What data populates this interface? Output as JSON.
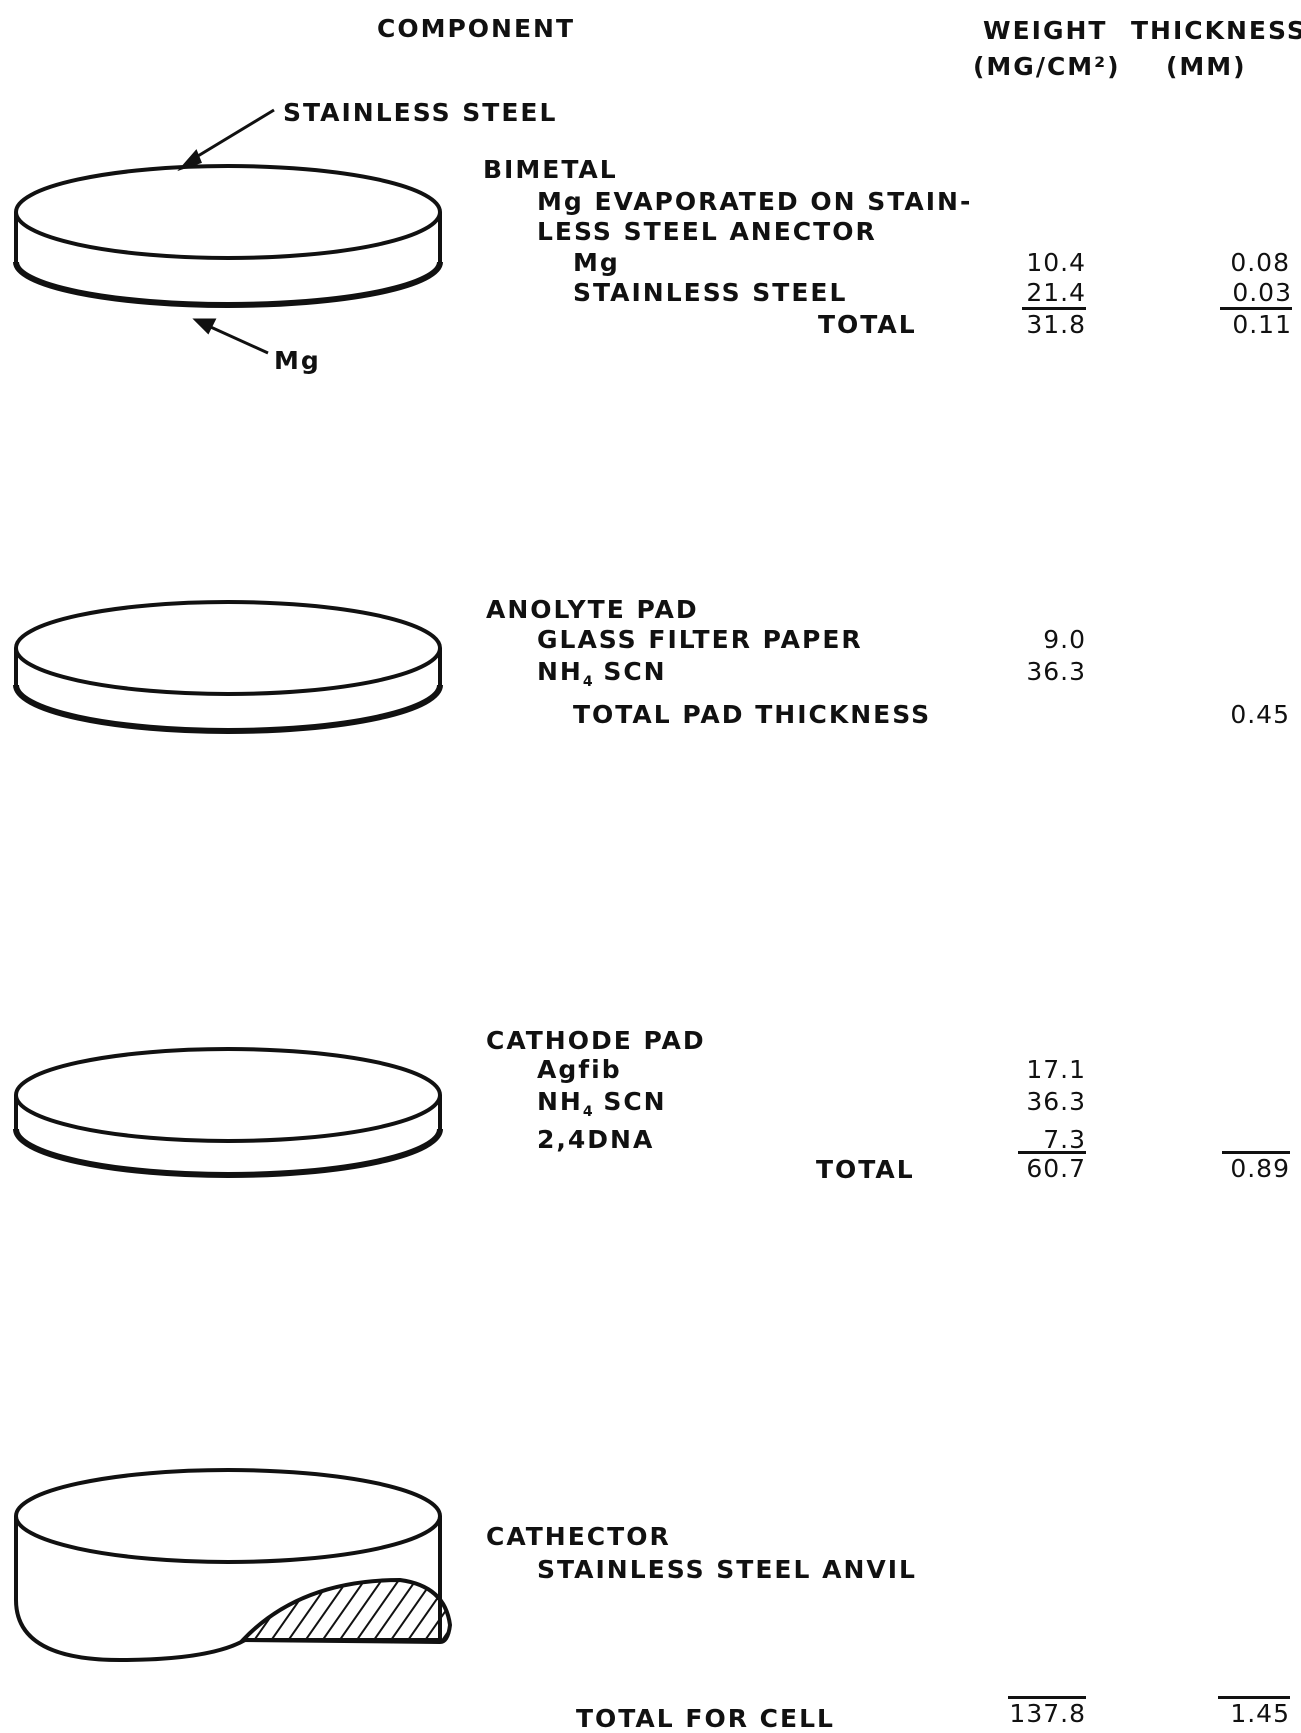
{
  "header": {
    "component": "COMPONENT",
    "weight": "WEIGHT",
    "weight_unit": "(MG/CM²)",
    "thickness": "THICKNESS",
    "thickness_unit": "(MM)"
  },
  "callouts": {
    "stainless_steel": "STAINLESS STEEL",
    "mg": "Mg"
  },
  "bimetal": {
    "title": "BIMETAL",
    "desc_line1": "Mg EVAPORATED ON STAIN-",
    "desc_line2": "LESS STEEL ANECTOR",
    "rows": [
      {
        "label": "Mg",
        "weight": "10.4",
        "thickness": "0.08"
      },
      {
        "label": "STAINLESS STEEL",
        "weight": "21.4",
        "thickness": "0.03"
      }
    ],
    "total_label": "TOTAL",
    "total_weight": "31.8",
    "total_thickness": "0.11"
  },
  "anolyte": {
    "title": "ANOLYTE PAD",
    "rows": [
      {
        "label": "GLASS FILTER PAPER",
        "weight": "9.0"
      },
      {
        "label": "NH4 SCN",
        "weight": "36.3"
      }
    ],
    "total_label": "TOTAL PAD THICKNESS",
    "total_thickness": "0.45"
  },
  "cathode": {
    "title": "CATHODE PAD",
    "rows": [
      {
        "label": "Agfib",
        "weight": "17.1"
      },
      {
        "label": "NH4 SCN",
        "weight": "36.3"
      },
      {
        "label": "2,4DNA",
        "weight": "7.3"
      }
    ],
    "total_label": "TOTAL",
    "total_weight": "60.7",
    "total_thickness": "0.89"
  },
  "cathector": {
    "title": "CATHECTOR",
    "desc": "STAINLESS STEEL ANVIL"
  },
  "cell_total": {
    "label": "TOTAL FOR CELL",
    "weight": "137.8",
    "thickness": "1.45"
  }
}
